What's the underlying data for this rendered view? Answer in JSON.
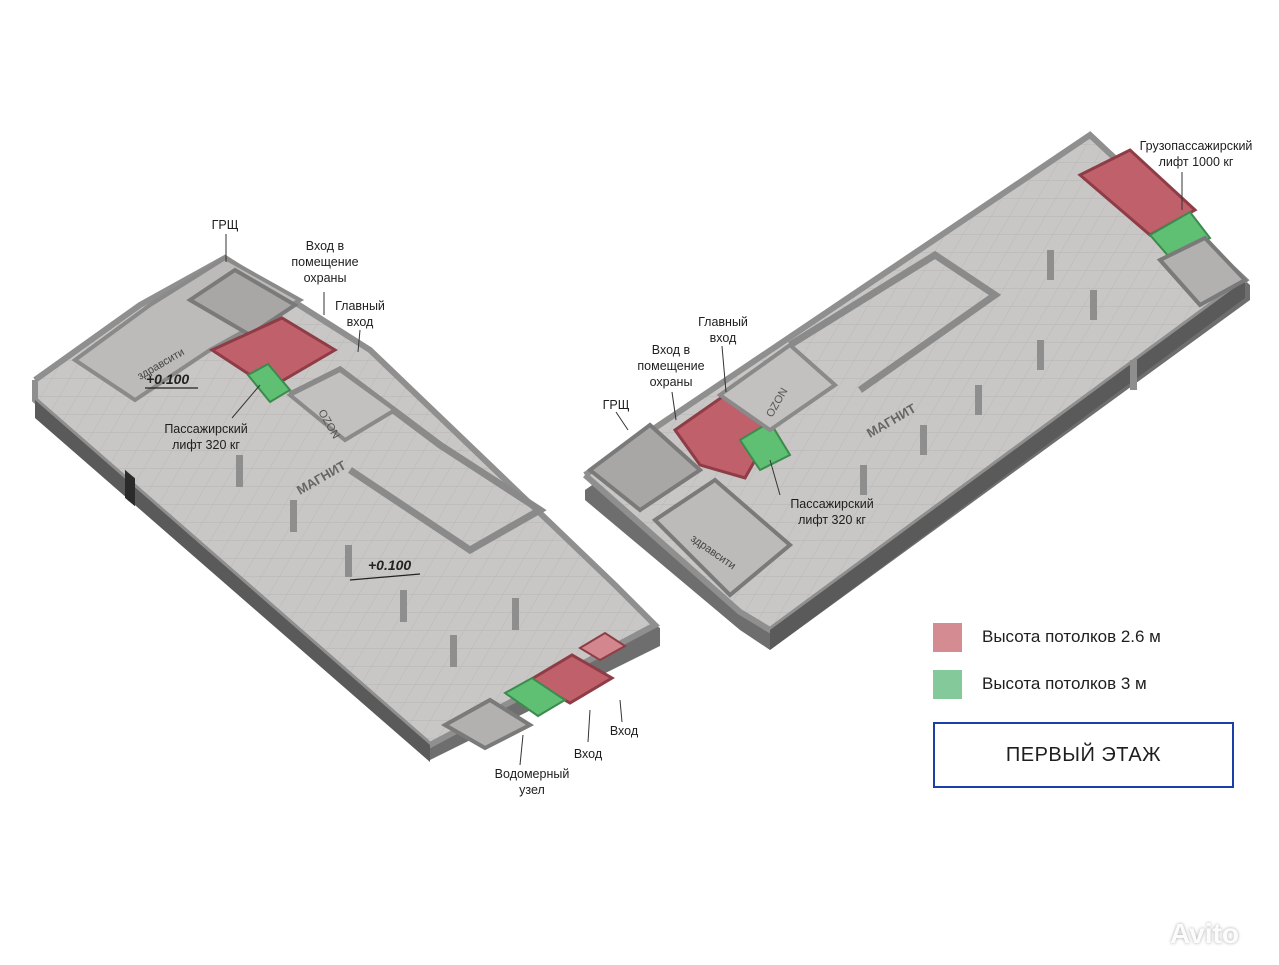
{
  "left_plan": {
    "labels": {
      "grsch": "ГРЩ",
      "security_entrance": "Вход в\nпомещение\nохраны",
      "main_entrance": "Главный\nвход",
      "passenger_lift": "Пассажирский\nлифт 320 кг",
      "water_meter": "Водомерный\nузел",
      "entrance_1": "Вход",
      "entrance_2": "Вход"
    },
    "plan_text": {
      "zdravsiti": "здравсити",
      "ozon": "OZON",
      "magnit": "МАГНИТ",
      "elevation_1": "+0.100",
      "elevation_2": "+0.100"
    }
  },
  "right_plan": {
    "labels": {
      "freight_lift": "Грузопассажирский\nлифт 1000 кг",
      "main_entrance": "Главный\nвход",
      "security_entrance": "Вход в\nпомещение\nохраны",
      "grsch": "ГРЩ",
      "passenger_lift": "Пассажирский\nлифт 320 кг"
    },
    "plan_text": {
      "ozon": "OZON",
      "magnit": "МАГНИТ",
      "zdravsiti": "здравсити"
    }
  },
  "legend": {
    "items": [
      {
        "color": "#d48c92",
        "label": "Высота потолков 2.6 м"
      },
      {
        "color": "#84c99a",
        "label": "Высота потолков 3 м"
      }
    ]
  },
  "floor_title": "ПЕРВЫЙ ЭТАЖ",
  "watermark": "Avito",
  "colors": {
    "floor": "#c9c7c6",
    "wall_top": "#9a9a9a",
    "wall_side": "#6e6e6e",
    "wall_dark": "#4a4a4a",
    "red_zone": "#c0606a",
    "green_zone": "#5fbf73",
    "frame": "#1b3fa8"
  }
}
